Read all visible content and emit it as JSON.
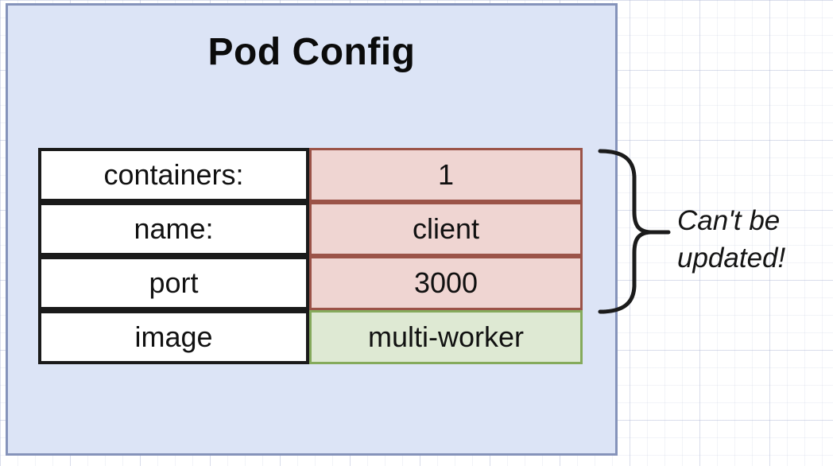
{
  "diagram": {
    "title": "Pod Config",
    "rows": [
      {
        "label": "containers:",
        "value": "1",
        "status": "locked"
      },
      {
        "label": "name:",
        "value": "client",
        "status": "locked"
      },
      {
        "label": "port",
        "value": "3000",
        "status": "locked"
      },
      {
        "label": "image",
        "value": "multi-worker",
        "status": "updatable"
      }
    ],
    "annotation": {
      "line1": "Can't be",
      "line2": "updated!"
    },
    "colors": {
      "box_fill": "#dce4f6",
      "box_border": "#8593ba",
      "locked_fill": "#efd5d2",
      "locked_border": "#9b5348",
      "updatable_fill": "#dee9d3",
      "updatable_border": "#85aa5c",
      "cell_border": "#1a1a1a",
      "brace_stroke": "#1b1b1b"
    }
  }
}
